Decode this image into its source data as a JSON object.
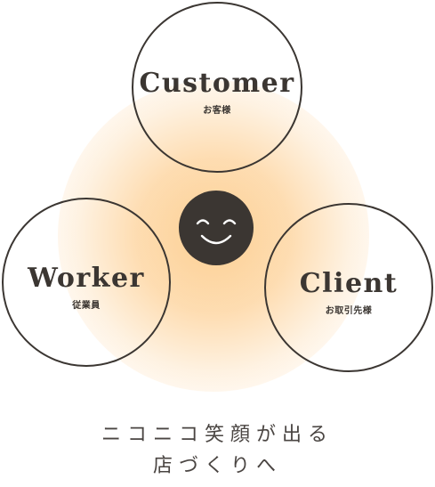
{
  "diagram": {
    "customer": {
      "en": "Customer",
      "ja": "お客様"
    },
    "worker": {
      "en": "Worker",
      "ja": "従業員"
    },
    "client": {
      "en": "Client",
      "ja": "お取引先様"
    },
    "center_icon": "smiley-face-icon",
    "colors": {
      "ring": "#3b3632",
      "glow": "#fdcd8e",
      "smiley": "#3b3632"
    }
  },
  "tagline": {
    "line1": "ニコニコ笑顔が出る",
    "line2": "店づくりへ"
  }
}
